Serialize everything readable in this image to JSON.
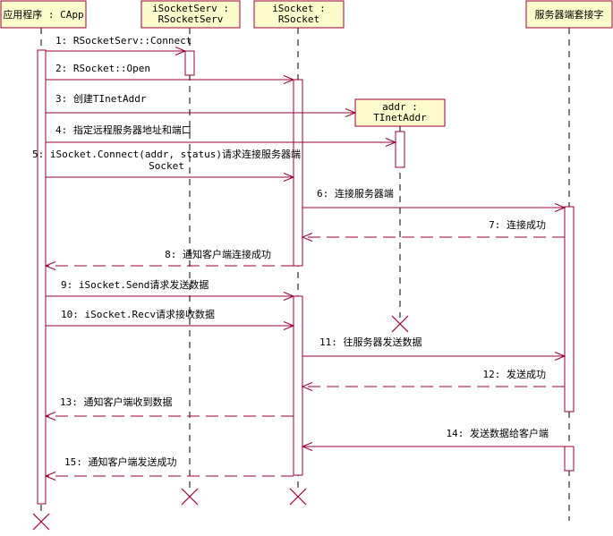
{
  "diagram": {
    "type": "sequence",
    "participants": [
      {
        "id": "app",
        "lines": [
          "应用程序 : CApp"
        ]
      },
      {
        "id": "serv",
        "lines": [
          "iSocketServ :",
          "RSocketServ"
        ]
      },
      {
        "id": "sock",
        "lines": [
          "iSocket :",
          "RSocket"
        ]
      },
      {
        "id": "addr",
        "lines": [
          "addr :",
          "TInetAddr"
        ]
      },
      {
        "id": "server",
        "lines": [
          "服务器端套接字"
        ]
      }
    ],
    "messages": [
      {
        "lines": [
          "1: RSocketServ::Connect"
        ],
        "from": "app",
        "to": "serv",
        "kind": "call"
      },
      {
        "lines": [
          "2: RSocket::Open"
        ],
        "from": "app",
        "to": "sock",
        "kind": "call"
      },
      {
        "lines": [
          "3: 创建TInetAddr"
        ],
        "from": "app",
        "to": "addr",
        "kind": "call"
      },
      {
        "lines": [
          "4: 指定远程服务器地址和端口"
        ],
        "from": "app",
        "to": "addr",
        "kind": "call"
      },
      {
        "lines": [
          "5: iSocket.Connect(addr, status)请求连接服务器端",
          "Socket"
        ],
        "from": "app",
        "to": "sock",
        "kind": "call"
      },
      {
        "lines": [
          "6: 连接服务器端"
        ],
        "from": "sock",
        "to": "server",
        "kind": "call"
      },
      {
        "lines": [
          "7: 连接成功"
        ],
        "from": "server",
        "to": "sock",
        "kind": "return"
      },
      {
        "lines": [
          "8: 通知客户端连接成功"
        ],
        "from": "sock",
        "to": "app",
        "kind": "return"
      },
      {
        "lines": [
          "9: iSocket.Send请求发送数据"
        ],
        "from": "app",
        "to": "sock",
        "kind": "call"
      },
      {
        "lines": [
          "10: iSocket.Recv请求接收数据"
        ],
        "from": "app",
        "to": "sock",
        "kind": "call"
      },
      {
        "lines": [
          "11: 往服务器发送数据"
        ],
        "from": "sock",
        "to": "server",
        "kind": "call"
      },
      {
        "lines": [
          "12: 发送成功"
        ],
        "from": "server",
        "to": "sock",
        "kind": "return"
      },
      {
        "lines": [
          "13: 通知客户端收到数据"
        ],
        "from": "sock",
        "to": "app",
        "kind": "return"
      },
      {
        "lines": [
          "14: 发送数据给客户端"
        ],
        "from": "server",
        "to": "sock",
        "kind": "call"
      },
      {
        "lines": [
          "15: 通知客户端发送成功"
        ],
        "from": "sock",
        "to": "app",
        "kind": "return"
      }
    ],
    "colors": {
      "stroke": "#990033",
      "head_fill": "#fefccc",
      "activation_fill": "#ffffff",
      "text": "#000000",
      "lifeline": "#000000"
    }
  }
}
